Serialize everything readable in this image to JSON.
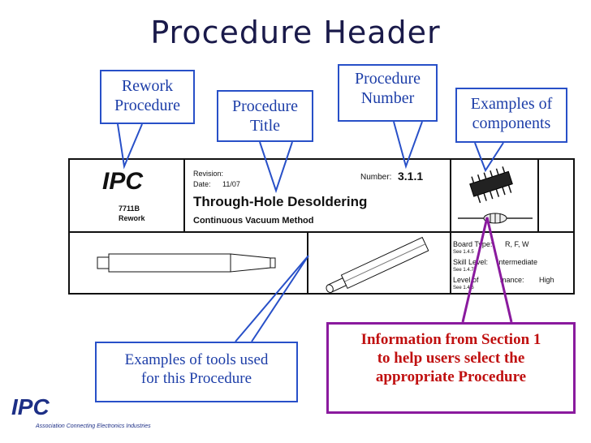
{
  "title": "Procedure Header",
  "callouts": {
    "rework": [
      "Rework",
      "Procedure"
    ],
    "proc_title": [
      "Procedure",
      "Title"
    ],
    "proc_number": [
      "Procedure",
      "Number"
    ],
    "components": [
      "Examples of",
      "components"
    ],
    "tools": [
      "Examples of tools used",
      "for this Procedure"
    ],
    "info": [
      "Information from Section 1",
      "to help users select the",
      "appropriate Procedure"
    ]
  },
  "document": {
    "logo": "IPC",
    "code": "7711B",
    "category": "Rework",
    "revision_label": "Revision:",
    "date_label": "Date:",
    "date_value": "11/07",
    "number_label": "Number:",
    "number_value": "3.1.1",
    "heading": "Through-Hole Desoldering",
    "subheading": "Continuous Vacuum Method",
    "board_type_label": "Board Type:",
    "board_type_value": "R, F, W",
    "see1": "See 1.4.5",
    "skill_label": "Skill Level:",
    "skill_value": "Intermediate",
    "see2": "See 1.4.7",
    "level_label": "Level of",
    "level_label2": "mance:",
    "level_value": "High",
    "see3": "See 1.4.6"
  },
  "footer": {
    "logo": "IPC",
    "tagline": "Association Connecting Electronics Industries"
  },
  "colors": {
    "callout_border": "#2850c8",
    "callout_text": "#1d3ea8",
    "info_border": "#8a1a9e",
    "info_text": "#c01010"
  }
}
